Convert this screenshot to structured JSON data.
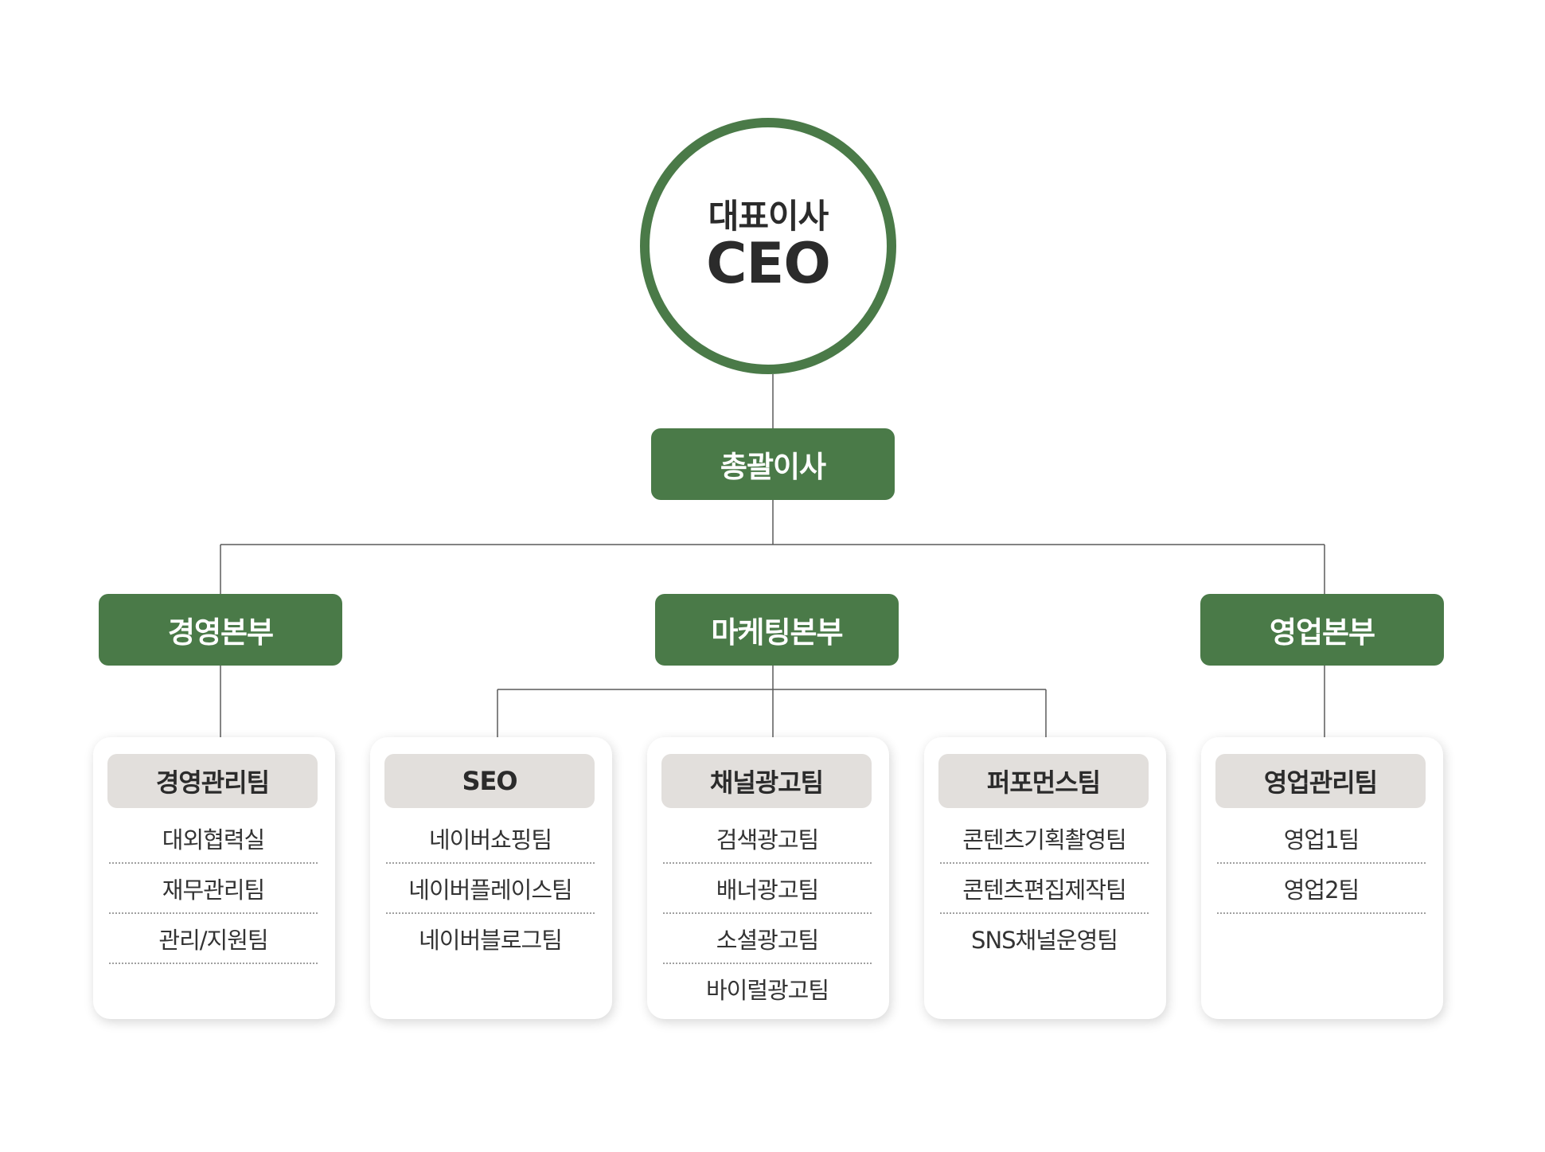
{
  "colors": {
    "accent": "#4a7a48",
    "team_header_bg": "#e2dfdc",
    "connector": "#5a5a5a"
  },
  "ceo": {
    "title_ko": "대표이사",
    "title_en": "CEO"
  },
  "general_manager": {
    "label": "총괄이사"
  },
  "divisions": [
    {
      "label": "경영본부"
    },
    {
      "label": "마케팅본부"
    },
    {
      "label": "영업본부"
    }
  ],
  "teams": [
    {
      "name": "경영관리팀",
      "members": [
        "대외협력실",
        "재무관리팀",
        "관리/지원팀"
      ]
    },
    {
      "name": "SEO",
      "members": [
        "네이버쇼핑팀",
        "네이버플레이스팀",
        "네이버블로그팀"
      ]
    },
    {
      "name": "채널광고팀",
      "members": [
        "검색광고팀",
        "배너광고팀",
        "소셜광고팀",
        "바이럴광고팀"
      ]
    },
    {
      "name": "퍼포먼스팀",
      "members": [
        "콘텐츠기획촬영팀",
        "콘텐츠편집제작팀",
        "SNS채널운영팀"
      ]
    },
    {
      "name": "영업관리팀",
      "members": [
        "영업1팀",
        "영업2팀"
      ]
    }
  ]
}
